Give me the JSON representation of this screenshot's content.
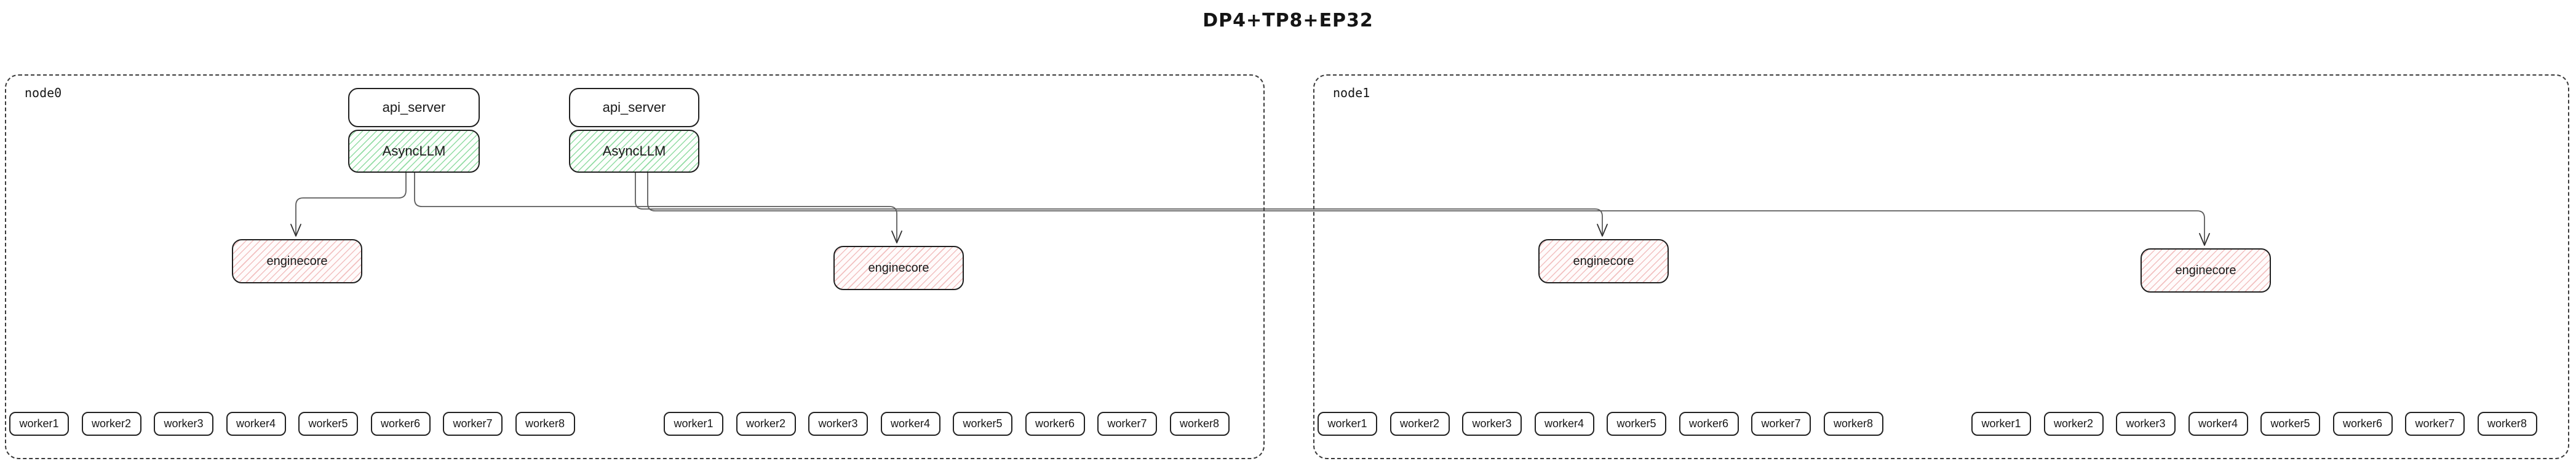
{
  "title": "DP4+TP8+EP32",
  "node0": {
    "label": "node0"
  },
  "node1": {
    "label": "node1"
  },
  "labels": {
    "api_server": "api_server",
    "async_llm": "AsyncLLM",
    "enginecore": "enginecore"
  },
  "workers": {
    "labels": [
      "worker1",
      "worker2",
      "worker3",
      "worker4",
      "worker5",
      "worker6",
      "worker7",
      "worker8"
    ]
  },
  "colors": {
    "border": "#1f1f1f",
    "async_hatch": "#92dca4",
    "engine_hatch": "#f2c0c0",
    "edge": "#5c5c5c",
    "arrow": "#2f2f2f"
  }
}
